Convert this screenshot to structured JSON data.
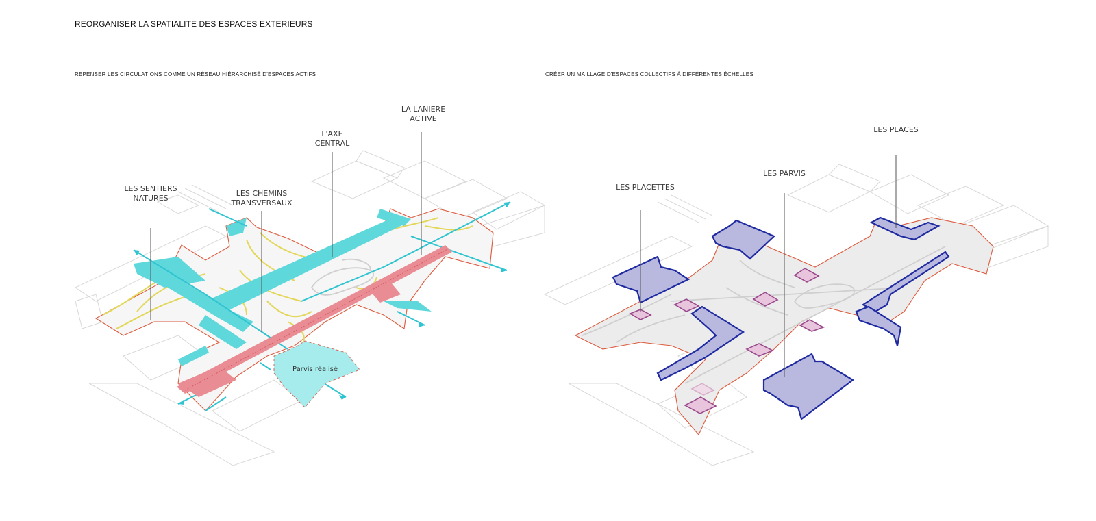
{
  "header": {
    "title": "REORGANISER LA SPATIALITE DES ESPACES EXTERIEURS"
  },
  "left_panel": {
    "subtitle": "REPENSER LES CIRCULATIONS COMME UN RÉSEAU HIÉRARCHISÉ D'ESPACES ACTIFS",
    "labels": {
      "sentiers_1": "LES SENTIERS",
      "sentiers_2": "NATURES",
      "chemins_1": "LES CHEMINS",
      "chemins_2": "TRANSVERSAUX",
      "axe_1": "L'AXE",
      "axe_2": "CENTRAL",
      "laniere_1": "LA LANIERE",
      "laniere_2": "ACTIVE",
      "parvis": "Parvis réalisé"
    },
    "colors": {
      "circulation": "#5fd8dc",
      "nature_paths": "#e3d75a",
      "active_strip": "#e98c93",
      "site_outline": "#dc5a3c"
    }
  },
  "right_panel": {
    "subtitle": "CRÉER UN MAILLAGE D'ESPACES COLLECTIFS À DIFFÉRENTES ÉCHELLES",
    "labels": {
      "placettes": "LES PLACETTES",
      "parvis": "LES PARVIS",
      "places": "LES PLACES"
    },
    "colors": {
      "places": "#b9b9e0",
      "places_outline": "#1f2aa0",
      "placettes": "#e8c4dd",
      "site_outline": "#dc5a3c"
    }
  }
}
